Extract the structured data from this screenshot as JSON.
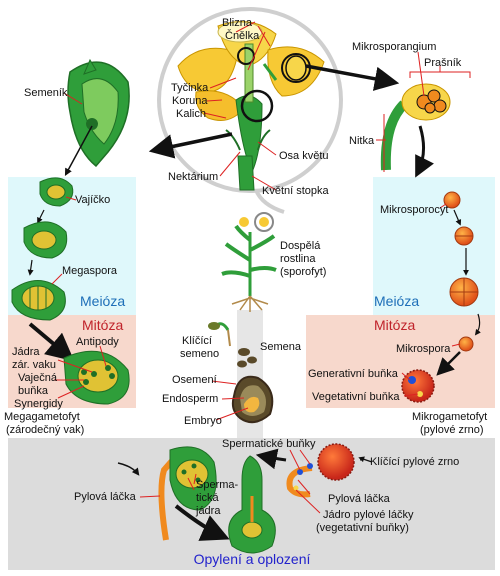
{
  "title": "Opylení a oplození",
  "flower_labels": {
    "blizna": "Blizna",
    "cnelka": "Čnělka",
    "tycinka": "Tyčinka",
    "koruna": "Koruna",
    "kalich": "Kalich",
    "nektarium": "Nektárium",
    "osa_kvetu": "Osa květu",
    "kvetni_stopka": "Květní stopka"
  },
  "left_labels": {
    "semenik": "Semeník",
    "vajicko": "Vajíčko",
    "megaspora": "Megaspora",
    "meioza": "Meióza",
    "mitoza": "Mitóza",
    "antipody": "Antipody",
    "jadra_zar_vaku_1": "Jádra",
    "jadra_zar_vaku_2": "zár. vaku",
    "vajecna_bunka_1": "Vaječná",
    "vajecna_bunka_2": "buňka",
    "synergidy": "Synergidy",
    "megagametofyt_1": "Megagametofyt",
    "megagametofyt_2": "(zárodečný vak)"
  },
  "right_labels": {
    "mikrosporangium": "Mikrosporangium",
    "prasnik": "Prašník",
    "nitka": "Nitka",
    "mikrosporocyt": "Mikrosporocyt",
    "meioza": "Meióza",
    "mitoza": "Mitóza",
    "mikrospora": "Mikrospora",
    "generativni_bunka": "Generativní buňka",
    "vegetativni_bunka": "Vegetativní buňka",
    "mikrogametofyt_1": "Mikrogametofyt",
    "mikrogametofyt_2": "(pylové zrno)"
  },
  "center_labels": {
    "dospela_1": "Dospělá",
    "dospela_2": "rostlina",
    "dospela_3": "(sporofyt)",
    "klici_1": "Klíčící",
    "klici_2": "semeno",
    "semena": "Semena",
    "oseme": "Osemení",
    "endosperm": "Endosperm",
    "embryo": "Embryo"
  },
  "bottom_labels": {
    "spermaticke_bunky": "Spermatické buňky",
    "klici_pylove_zrno": "Klíčící pylové zrno",
    "pylova_lacka_left": "Pylová láčka",
    "sperma_1": "Sperma-",
    "sperma_2": "tická",
    "sperma_3": "jádra",
    "pylova_lacka_right": "Pylová láčka",
    "jadro_1": "Jádro pylové láčky",
    "jadro_2": "(vegetativní buňky)"
  },
  "colors": {
    "meioza_bg": "#dff8fb",
    "mitoza_bg": "#f7d8cc",
    "bottom_bg": "#dcdcdc",
    "meioza_text": "#1e6fb8",
    "mitoza_text": "#c0232b",
    "title_text": "#2222cc",
    "leaf_green": "#2f9e3a",
    "dark_green": "#1f6f26",
    "petal_yellow": "#f7c934",
    "pollen_orange": "#f08a1e"
  }
}
